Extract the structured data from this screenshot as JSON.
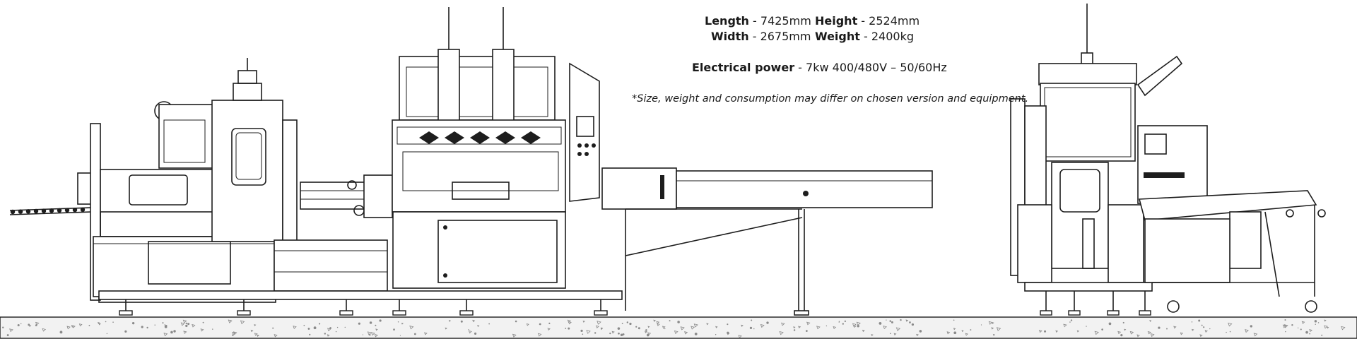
{
  "specs": {
    "length_label": "Length",
    "length_value": " - 7425mm",
    "height_label": "Height",
    "height_value": " - 2524mm",
    "width_label": "Width",
    "width_value": " - 2675mm",
    "weight_label": "Weight",
    "weight_value": " - 2400kg",
    "power_label": "Electrical power",
    "power_value": " - 7kw 400/480V – 50/60Hz",
    "note": "*Size, weight and consumption may differ on chosen version and equipment."
  },
  "colors": {
    "line": "#1d1d1d",
    "background": "#ffffff",
    "floor": "#f2f2f2"
  }
}
